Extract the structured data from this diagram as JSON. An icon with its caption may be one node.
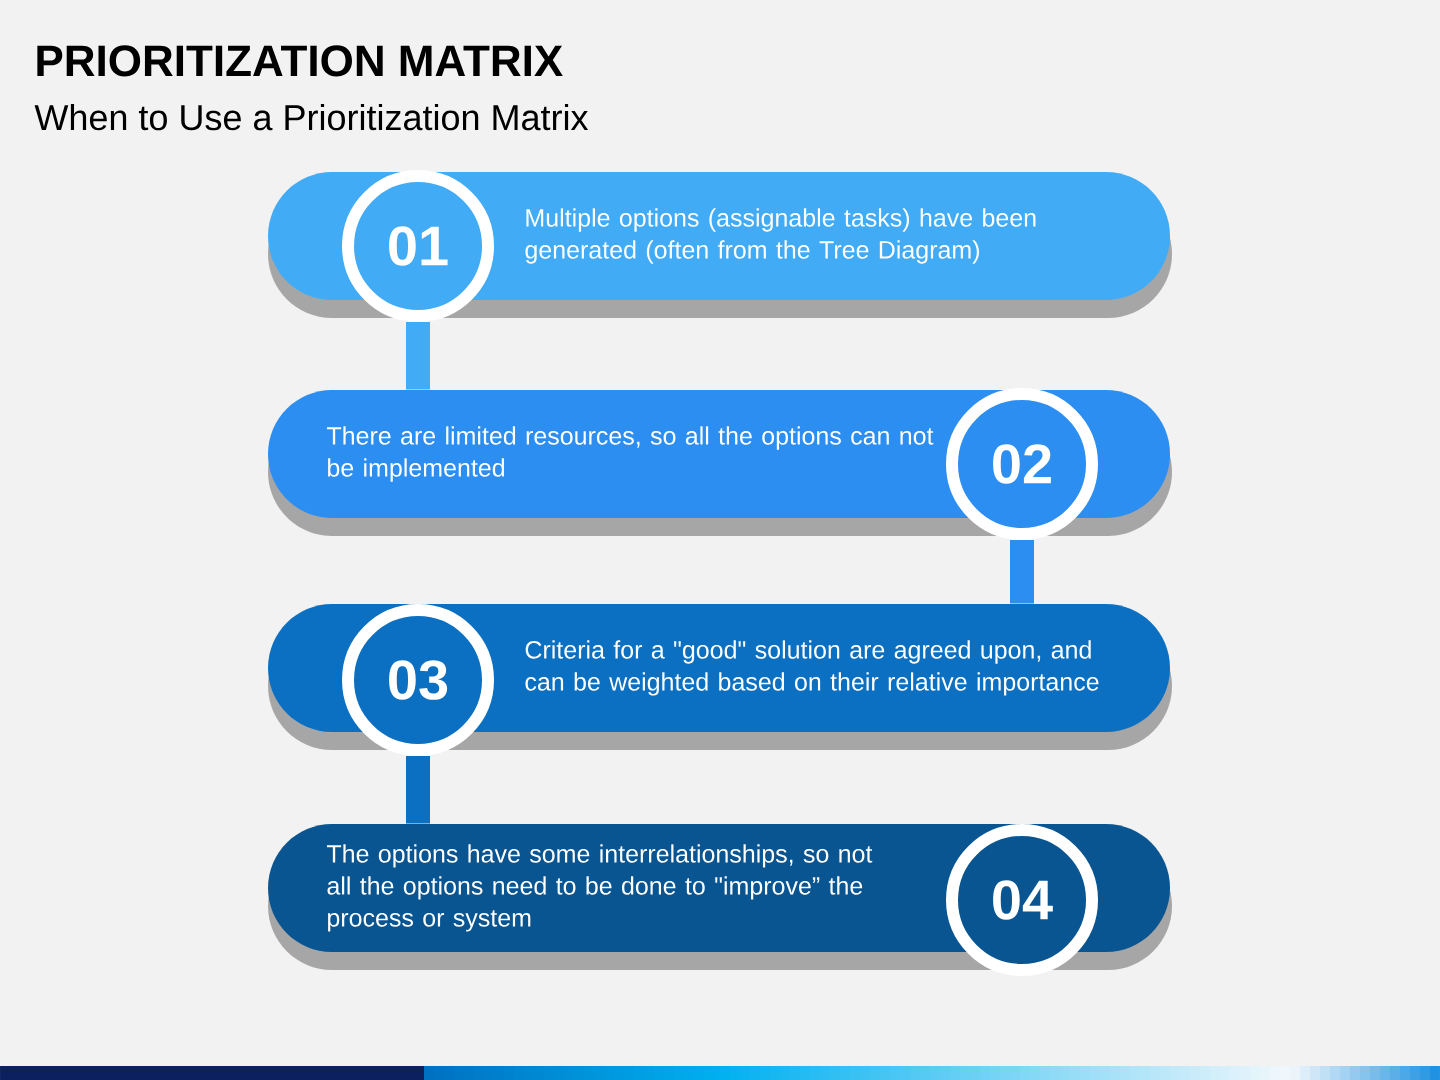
{
  "diagram": {
    "title": "PRIORITIZATION MATRIX",
    "nodes": [
      {
        "text": [
          "Multiple options (assignable tasks) have been generated (often from the Tree Diagram)"
        ]
      },
      {
        "text": [
          "01"
        ]
      },
      {
        "text": [
          "There are limited resources, so all the options can not be implemented"
        ]
      },
      {
        "text": [
          "02"
        ]
      },
      {
        "text": [
          "Criteria for a \"good\" solution are agreed upon, and can be weighted based on their relative importance"
        ]
      },
      {
        "text": [
          "03"
        ]
      },
      {
        "text": [
          "The options have some interrelationships, so not all the options need to be done to \"improve” the process or system"
        ]
      },
      {
        "text": [
          "04"
        ]
      }
    ],
    "edges": [
      {
        "from": 1,
        "to": 2,
        "arrow": "none",
        "color": "#41abf5"
      },
      {
        "from": 3,
        "to": 4,
        "arrow": "none",
        "color": "#2b8ef0"
      },
      {
        "from": 5,
        "to": 6,
        "arrow": "none",
        "color": "#0b70c2"
      }
    ],
    "labels": [
      "When to Use a Prioritization Matrix"
    ]
  }
}
